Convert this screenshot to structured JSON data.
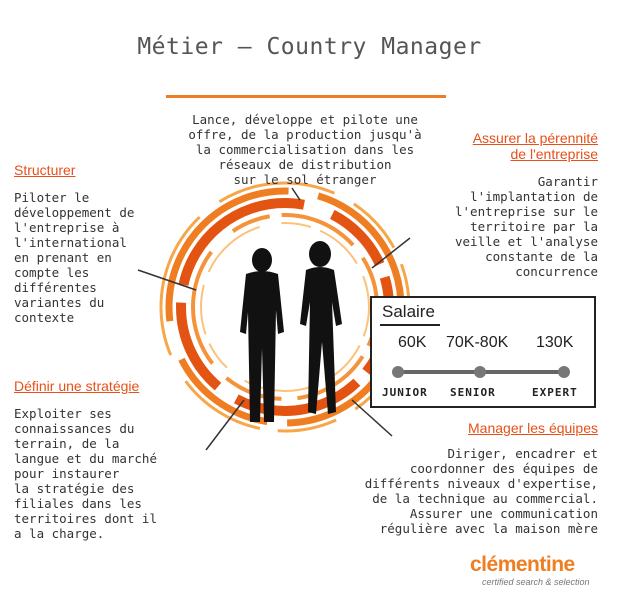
{
  "title": "Métier – Country Manager",
  "center_top": {
    "lines": [
      "Lance, développe et pilote une",
      "offre, de la production jusqu'à",
      "la commercialisation dans les",
      "réseaux de distribution",
      "sur le sol étranger"
    ]
  },
  "structurer": {
    "heading": "Structurer",
    "lines": [
      "Piloter le",
      "développement de",
      "l'entreprise à",
      "l'international",
      "en prenant en",
      "compte les",
      "différentes",
      "variantes du",
      "contexte"
    ]
  },
  "perennite": {
    "heading_lines": [
      "Assurer la pérennité",
      "de l'entreprise"
    ],
    "lines": [
      "Garantir",
      "l'implantation de",
      "l'entreprise sur le",
      "territoire par la",
      "veille et l'analyse",
      "constante de la",
      "concurrence"
    ]
  },
  "strategie": {
    "heading": "Définir une stratégie",
    "lines": [
      "Exploiter ses",
      "connaissances du",
      "terrain, de la",
      "langue et du marché",
      "pour instaurer",
      "la stratégie des",
      "filiales dans les",
      "territoires dont il",
      "a la charge."
    ]
  },
  "equipes": {
    "heading": "Manager les équipes",
    "lines": [
      "Diriger, encadrer et",
      "coordonner des équipes de",
      "différents niveaux d'expertise,",
      "de la technique au commercial.",
      "Assurer une communication",
      "régulière avec la maison mère"
    ]
  },
  "salary": {
    "title": "Salaire",
    "values": [
      "60K",
      "70K-80K",
      "130K"
    ],
    "levels": [
      "JUNIOR",
      "SENIOR",
      "EXPERT"
    ]
  },
  "logo": {
    "name": "clémentine",
    "tagline": "certified search & selection"
  },
  "colors": {
    "accent": "#ef7d22",
    "heading": "#e8501a",
    "ring_light": "#f7a64a",
    "ring_dark": "#e35412"
  }
}
